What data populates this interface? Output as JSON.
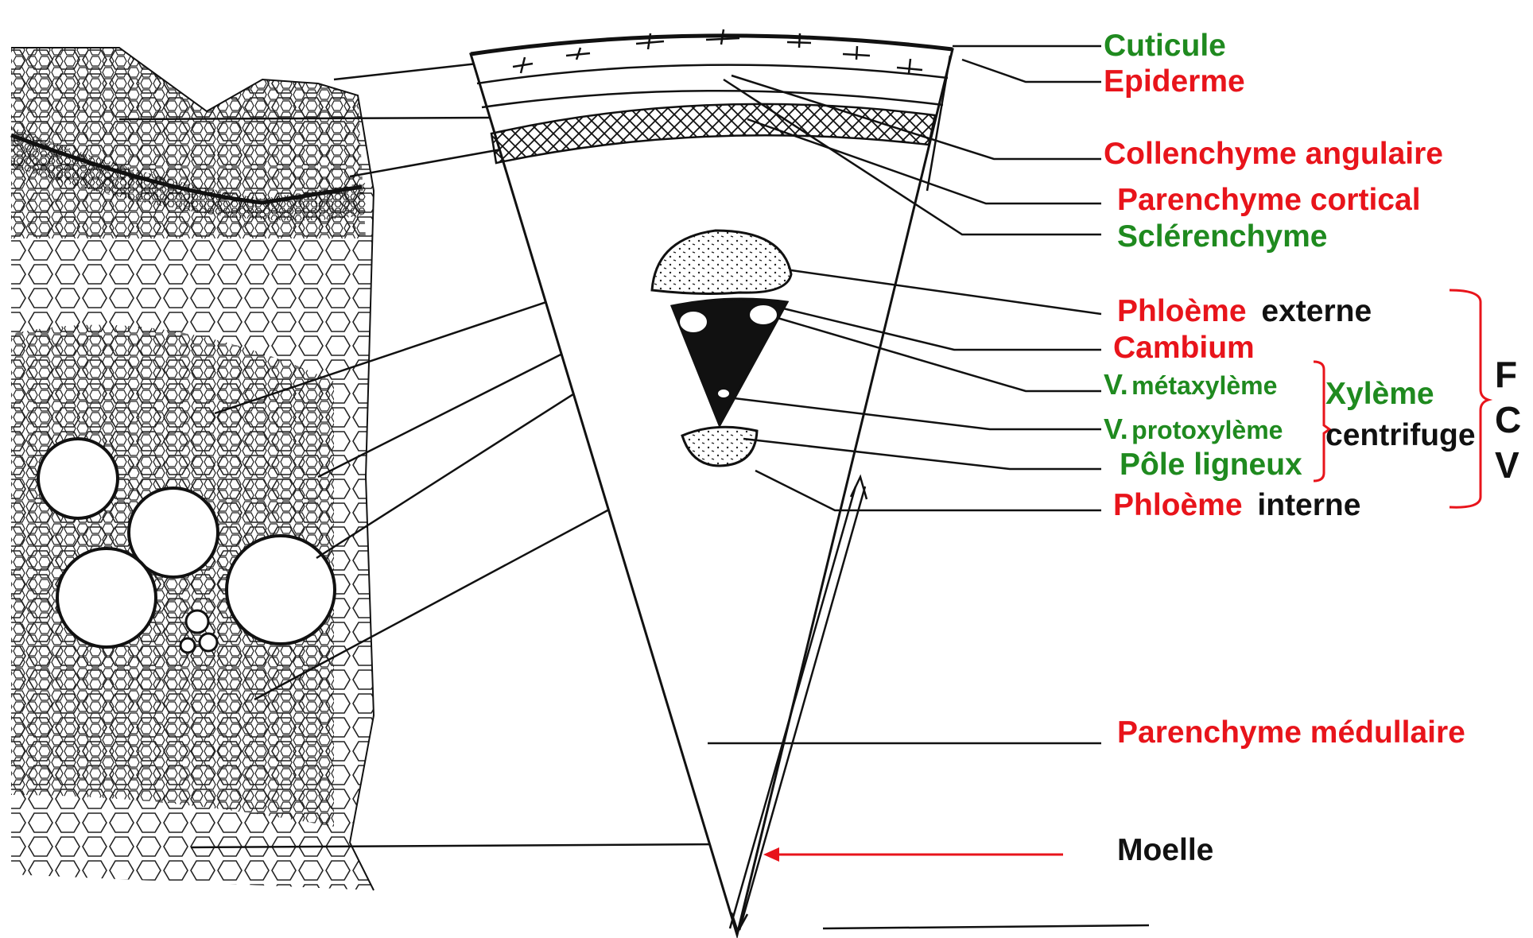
{
  "labels": {
    "cuticule": "Cuticule",
    "epiderme": "Epiderme",
    "collenchyme": "Collenchyme angulaire",
    "parenchyme_cortical": "Parenchyme cortical",
    "sclerenchyme": "Sclérenchyme",
    "phloeme_ext": "Phloème",
    "phloeme_ext_suffix": "externe",
    "cambium": "Cambium",
    "metaxyleme_prefix": "V.",
    "metaxyleme": "métaxylème",
    "protoxyleme_prefix": "V.",
    "protoxyleme": "protoxylème",
    "pole_ligneux": "Pôle ligneux",
    "phloeme_int": "Phloème",
    "phloeme_int_suffix": "interne",
    "xyleme": "Xylème",
    "centrifuge": "centrifuge",
    "fcv_f": "F",
    "fcv_c": "C",
    "fcv_v": "V",
    "parenchyme_medullaire": "Parenchyme médullaire",
    "moelle": "Moelle"
  },
  "colors": {
    "red": "#e8141b",
    "green": "#1f8a1f",
    "black": "#111111"
  }
}
